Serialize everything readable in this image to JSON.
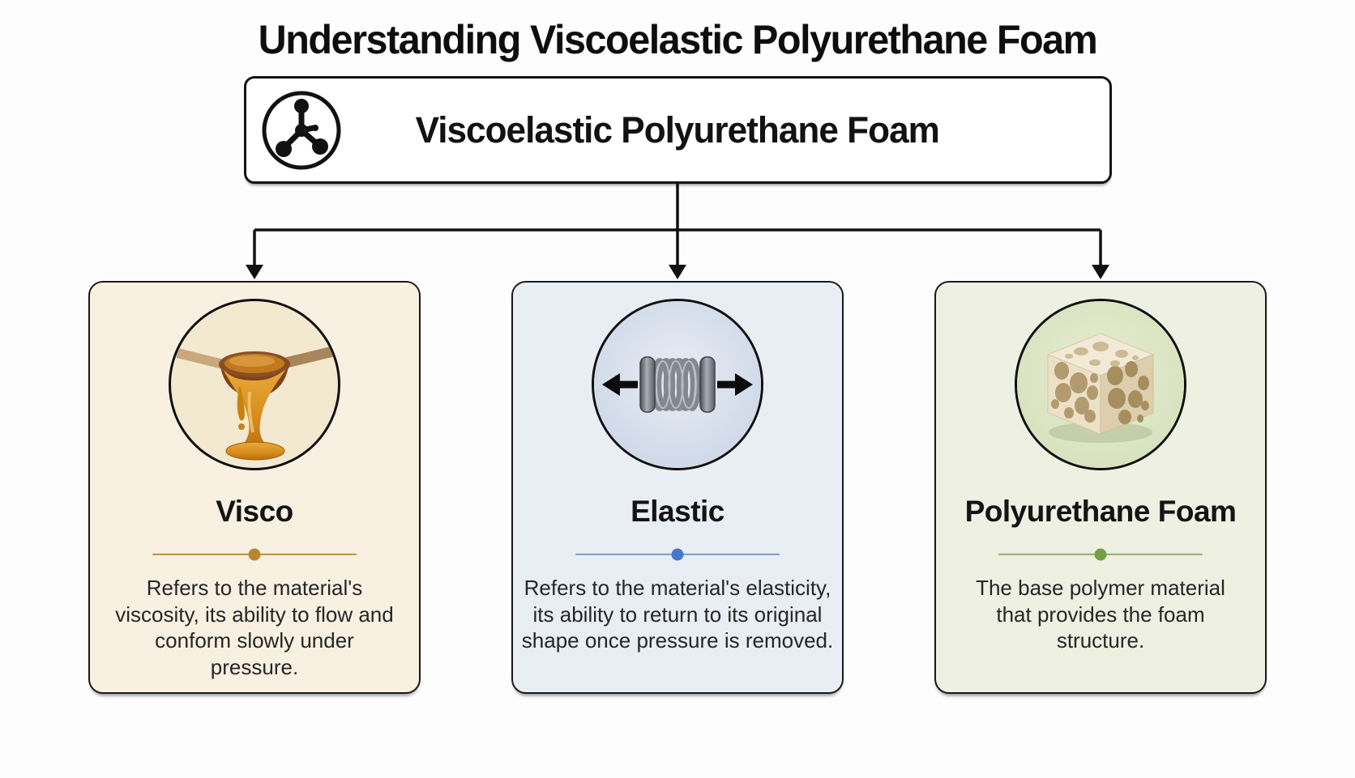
{
  "title": "Understanding Viscoelastic Polyurethane Foam",
  "root_box": {
    "label": "Viscoelastic Polyurethane Foam",
    "icon": "molecule-icon"
  },
  "cards": [
    {
      "id": "visco",
      "title": "Visco",
      "icon": "viscous-liquid-ladle-icon",
      "description": "Refers to the material's viscosity, its ability to flow and conform slowly under pressure.",
      "accent_color": "#b9882e",
      "card_bg": "#f8f1e1",
      "circle_bg": "#f3e8d0"
    },
    {
      "id": "elastic",
      "title": "Elastic",
      "icon": "stretched-spring-icon",
      "description": "Refers to the material's elasticity, its ability to return to its original shape once pressure is removed.",
      "accent_color": "#4679c8",
      "card_bg": "#e9edf4",
      "circle_bg": "#cfd9ea"
    },
    {
      "id": "polyurethane-foam",
      "title": "Polyurethane Foam",
      "icon": "foam-cube-icon",
      "description": "The base polymer material that provides the foam structure.",
      "accent_color": "#74a044",
      "card_bg": "#eef0e2",
      "circle_bg": "#dde4c6"
    }
  ],
  "colors": {
    "outline": "#141414",
    "background": "#fdfdfd",
    "text": "#262626"
  }
}
